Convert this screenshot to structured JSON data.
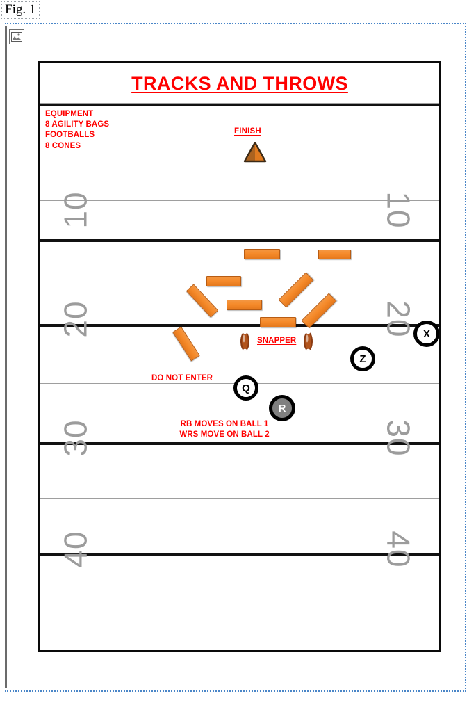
{
  "document": {
    "figure_caption": "Fig. 1",
    "image_placeholder_icon": "picture-icon"
  },
  "diagram": {
    "title": "TRACKS AND THROWS",
    "equipment": {
      "heading": "EQUIPMENT",
      "items": [
        "8 AGILITY BAGS",
        "FOOTBALLS",
        "8 CONES"
      ]
    },
    "finish": {
      "label": "FINISH",
      "marker_icon": "cone-icon"
    },
    "snapper_label": "SNAPPER",
    "do_not_enter_label": "DO NOT ENTER",
    "notes": [
      "RB MOVES ON BALL 1",
      "WRS MOVE ON BALL 2"
    ],
    "yard_numbers_left": [
      "10",
      "20",
      "30",
      "40"
    ],
    "yard_numbers_right": [
      "10",
      "20",
      "30",
      "40"
    ],
    "players": [
      {
        "label": "X",
        "style": "open"
      },
      {
        "label": "Z",
        "style": "open"
      },
      {
        "label": "Q",
        "style": "open"
      },
      {
        "label": "R",
        "style": "filled"
      }
    ],
    "footballs_count": 2,
    "agility_bags_count": 8,
    "colors": {
      "accent_red": "#ff0000",
      "bag_orange": "#f58a2a",
      "bag_orange_dark": "#b85c13",
      "yard_number_gray": "#9c9c9c",
      "line_black": "#111111",
      "line_gray": "#9e9e9e",
      "player_fill_gray": "#808080",
      "selection_blue": "#4a86c8"
    }
  }
}
